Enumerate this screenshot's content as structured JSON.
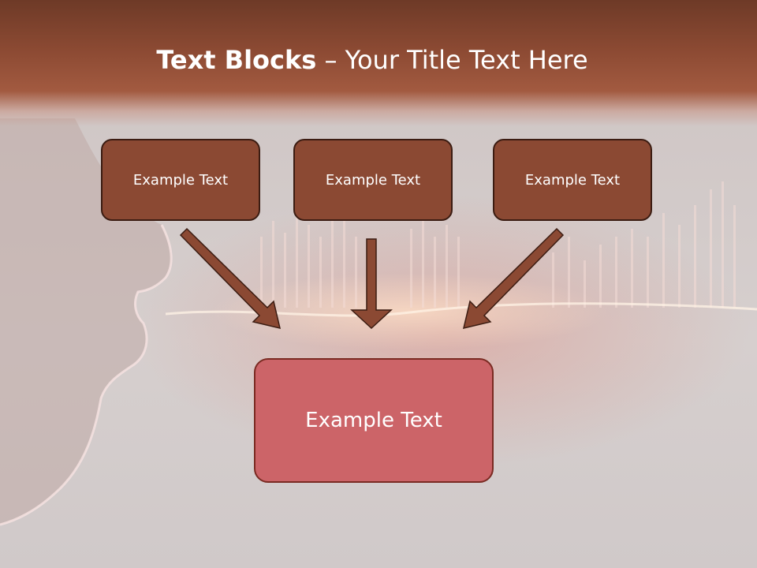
{
  "title": {
    "bold": "Text Blocks",
    "dash": " – ",
    "rest": "Your Title Text Here"
  },
  "blocks": {
    "top_left": "Example Text",
    "top_center": "Example Text",
    "top_right": "Example Text",
    "bottom": "Example Text"
  },
  "colors": {
    "header_band": "#8c4a33",
    "top_box": "#8b4933",
    "bottom_box": "#cc6468",
    "arrow": "#8b4933"
  }
}
